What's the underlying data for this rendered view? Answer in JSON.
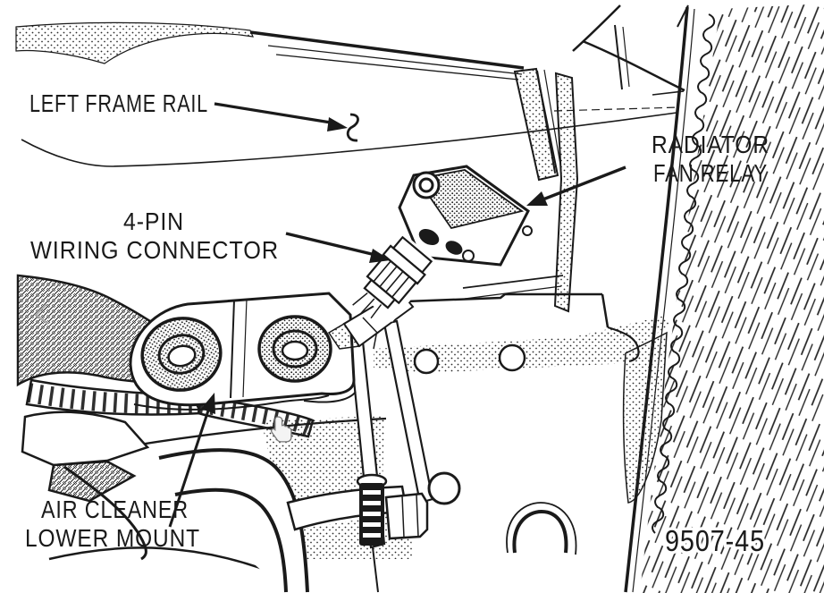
{
  "figure": {
    "type": "technical-line-drawing",
    "subject": "radiator fan relay location",
    "background": "#ffffff",
    "ink_color": "#1a1a1a",
    "figure_number": "9507-45",
    "callouts": {
      "left_frame_rail": {
        "text": "LEFT FRAME RAIL"
      },
      "radiator_fan_relay": {
        "line1": "RADIATOR",
        "line2": "FAN RELAY"
      },
      "wiring_connector": {
        "line1": "4-PIN",
        "line2": "WIRING CONNECTOR"
      },
      "air_cleaner_lower_mount": {
        "line1": "AIR CLEANER",
        "line2": "LOWER MOUNT"
      }
    },
    "cursor": {
      "icon": "hand-pointer"
    }
  }
}
